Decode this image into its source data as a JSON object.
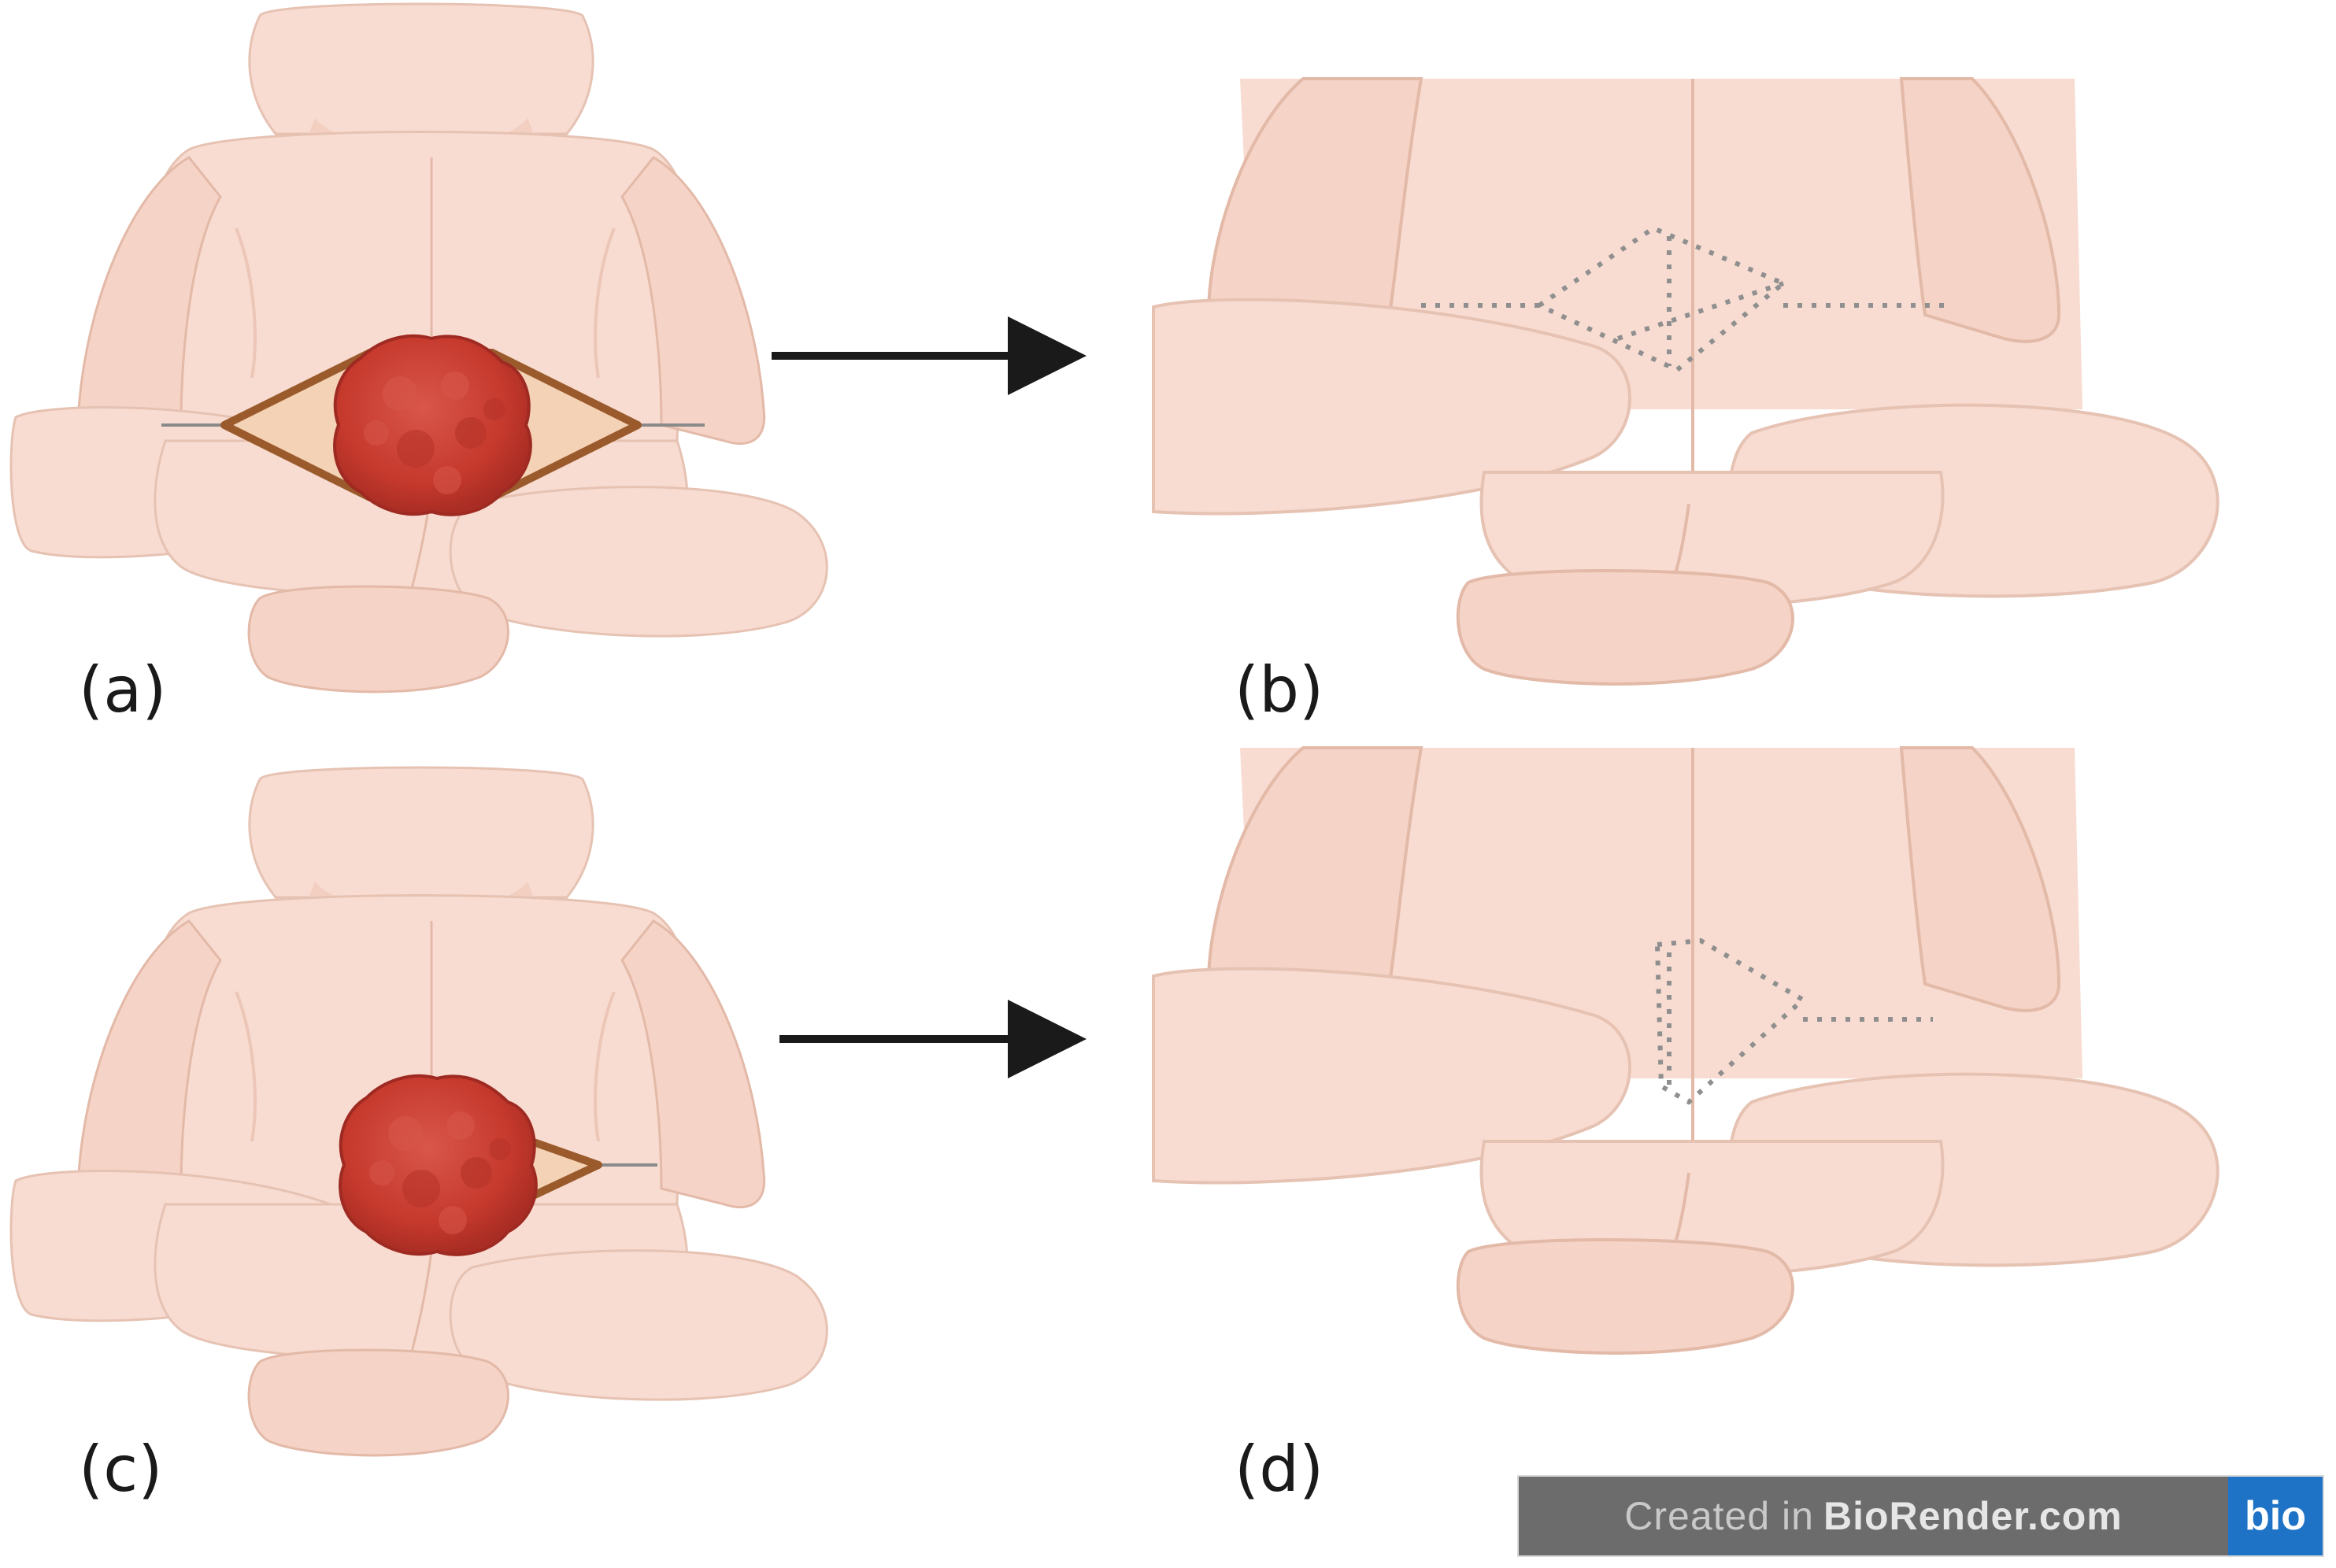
{
  "panels": [
    {
      "id": "a",
      "label": "(a)"
    },
    {
      "id": "b",
      "label": "(b)"
    },
    {
      "id": "c",
      "label": "(c)"
    },
    {
      "id": "d",
      "label": "(d)"
    }
  ],
  "watermark": {
    "prefix": "Created in",
    "brand": "BioRender.com",
    "logo": "bio"
  },
  "colors": {
    "skin": "#f8dcd1",
    "skin_shadow": "#e9bfb0",
    "outline": "#d9aa98",
    "incision": "#9a5a2c",
    "wound_bed": "#f4d2b6",
    "tumor": "#c6392d",
    "tumor_dark": "#9e2a22",
    "suture": "#8a8a8a",
    "arrow": "#1a1a1a",
    "watermark_bg": "#6c6c6c",
    "logo_bg": "#1e73c6"
  }
}
